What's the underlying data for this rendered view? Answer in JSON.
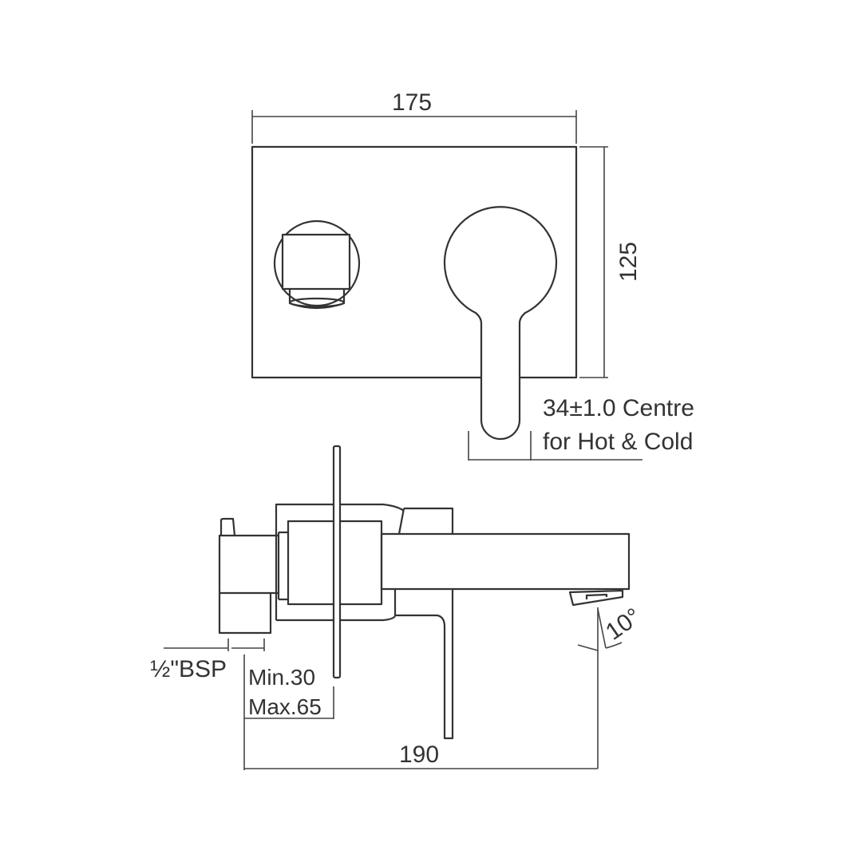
{
  "front_view": {
    "width_label": "175",
    "height_label": "125",
    "centre_note_line1": "34±1.0 Centre",
    "centre_note_line2": "for Hot & Cold"
  },
  "side_view": {
    "inlet_label": "½\"BSP",
    "min_label": "Min.30",
    "max_label": "Max.65",
    "projection_label": "190",
    "angle_label": "10°"
  },
  "colors": {
    "line": "#333333",
    "background": "#ffffff"
  }
}
